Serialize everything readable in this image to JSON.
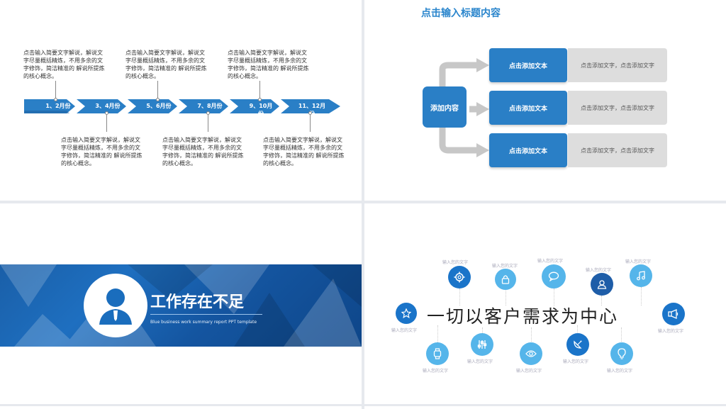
{
  "slide1": {
    "blurb": "点击输入简要文字解说，解说文字尽量概括精炼，不用多余的文字修饰，简洁精准的 解说所提炼的核心概念。",
    "periods": [
      "1、2月份",
      "3、4月份",
      "5、6月份",
      "7、8月份",
      "9、10月份",
      "11、12月份"
    ],
    "arrow_color": "#2a7fc6"
  },
  "slide2": {
    "title": "点击输入标题内容",
    "center_label": "添加内容",
    "rows": [
      {
        "button": "点击添加文本",
        "text": "点击添加文字，点击添加文字"
      },
      {
        "button": "点击添加文本",
        "text": "点击添加文字，点击添加文字"
      },
      {
        "button": "点击添加文本",
        "text": "点击添加文字，点击添加文字"
      }
    ]
  },
  "slide3": {
    "title": "工作存在不足",
    "subtitle": "Blue business work summary report PPT template"
  },
  "slide4": {
    "title": "一切以客户需求为中心",
    "icon_label": "输入您的文字",
    "icons": [
      "star-icon",
      "gear-icon",
      "watch-icon",
      "lock-icon",
      "sliders-icon",
      "chat-icon",
      "eye-icon",
      "user-icon",
      "satellite-icon",
      "music-icon",
      "bulb-icon",
      "megaphone-icon"
    ]
  }
}
